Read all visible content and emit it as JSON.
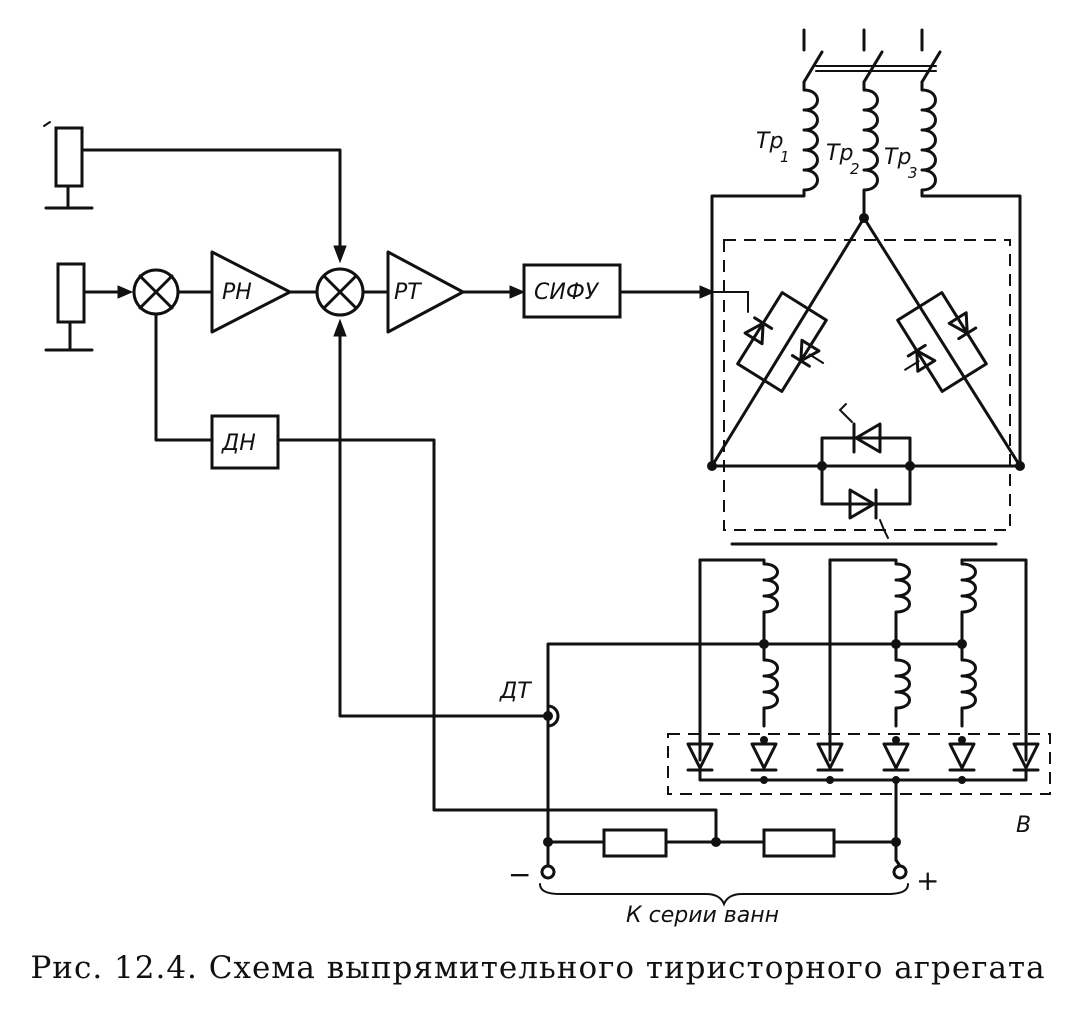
{
  "diagram": {
    "blocks": {
      "voltage_regulator": "РН",
      "current_regulator": "РТ",
      "phase_control": "СИФУ",
      "voltage_sensor": "ДН",
      "current_sensor": "ДТ"
    },
    "transformers": {
      "tr1": {
        "base": "Тр",
        "index": "1"
      },
      "tr2": {
        "base": "Тр",
        "index": "2"
      },
      "tr3": {
        "base": "Тр",
        "index": "3"
      }
    },
    "rectifier_label": "В",
    "output": {
      "minus": "−",
      "plus": "+",
      "load_label": "К серии ванн"
    }
  },
  "caption": "Рис. 12.4. Схема выпрямительного тиристорного агрегата"
}
